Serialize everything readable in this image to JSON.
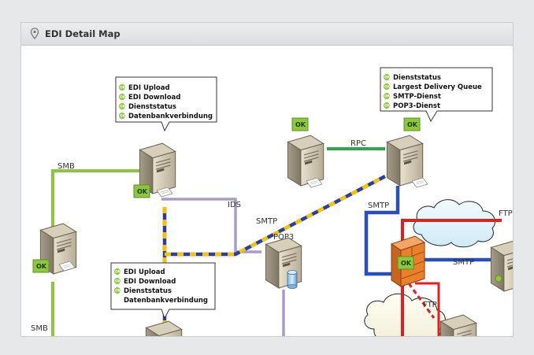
{
  "window": {
    "title": "EDI Detail Map",
    "title_icon": "map-pin-icon"
  },
  "status": {
    "ok_label": "OK",
    "ok_color": "#8dc63f"
  },
  "links": {
    "smb_top": "SMB",
    "smb_bottom": "SMB",
    "rpc": "RPC",
    "ids": "IDS",
    "smtp_mid": "SMTP",
    "smtp_right": "SMTP",
    "smtp_cloud": "SMTP",
    "pop3": "POP3",
    "ftp_top": "FTP",
    "ftp_cloud": "FTP"
  },
  "callouts": {
    "edi_top": [
      "EDI Upload",
      "EDI Download",
      "Dienststatus",
      "Datenbankverbindung"
    ],
    "mail": [
      "Dienststatus",
      "Largest Delivery Queue",
      "SMTP-Dienst",
      "POP3-Dienst"
    ],
    "edi_bottom": [
      "EDI Upload",
      "EDI Download",
      "Dienststatus",
      "Datenbankverbindung"
    ]
  },
  "colors": {
    "smb": "#8cc63f",
    "rpc": "#2aa84a",
    "ids": "#a99bc9",
    "smtp_dashed_a": "#2b3e9e",
    "smtp_dashed_b": "#f5c400",
    "smtp_blue": "#2b4fb8",
    "ftp": "#e02020",
    "firewall": "#e8812a"
  }
}
